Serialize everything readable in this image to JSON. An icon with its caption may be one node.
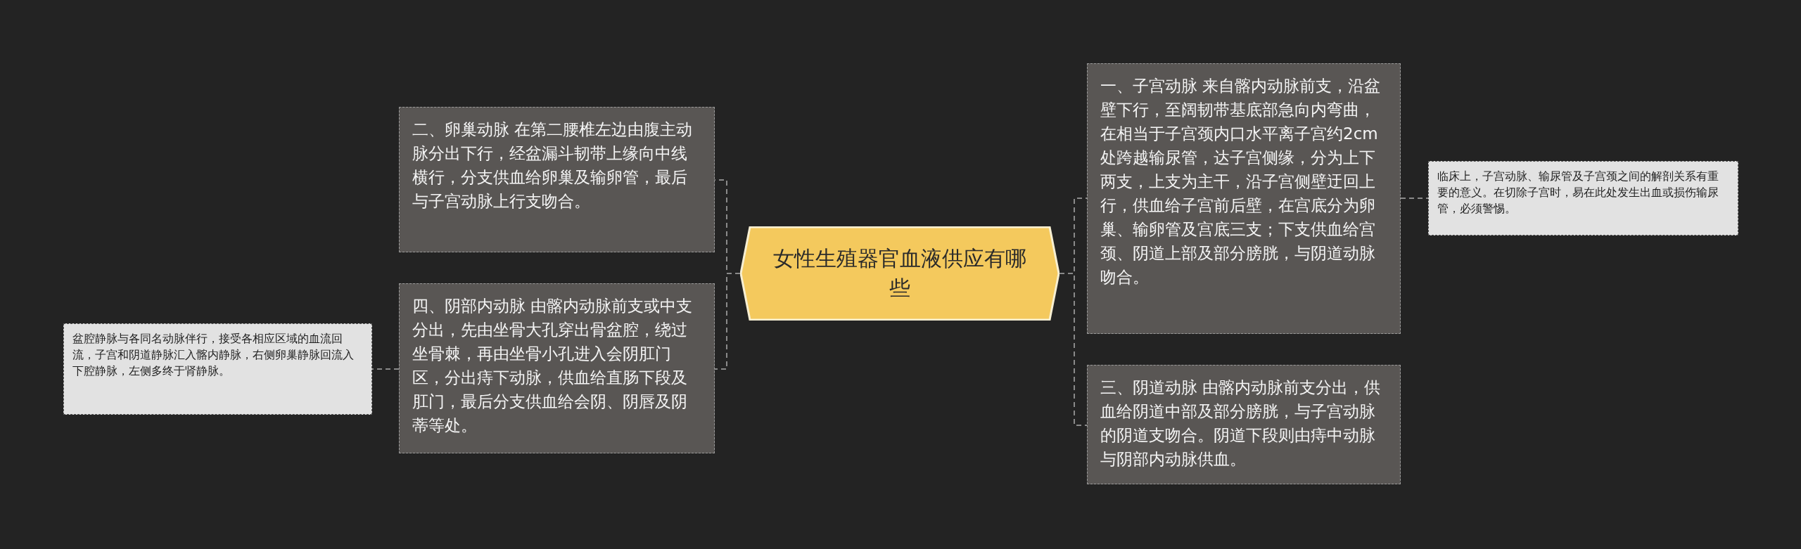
{
  "diagram": {
    "nodes": [
      {
        "text": [
          "女性生殖器官血液供应有哪些"
        ]
      },
      {
        "text": [
          "二、卵巢动脉 在第二腰椎左边由腹主动脉分出下行，经盆漏斗韧带上缘向中线横行，分支供血给卵巢及输卵管，最后与子宫动脉上行支吻合。"
        ]
      },
      {
        "text": [
          "四、阴部内动脉 由髂内动脉前支或中支分出，先由坐骨大孔穿出骨盆腔，绕过坐骨棘，再由坐骨小孔进入会阴肛门区，分出痔下动脉，供血给直肠下段及肛门，最后分支供血给会阴、阴唇及阴蒂等处。"
        ]
      },
      {
        "text": [
          "盆腔静脉与各同名动脉伴行，接受各相应区域的血流回流，子宫和阴道静脉汇入髂内静脉，右侧卵巢静脉回流入下腔静脉，左侧多终于肾静脉。"
        ]
      },
      {
        "text": [
          "一、子宫动脉 来自髂内动脉前支，沿盆壁下行，至阔韧带基底部急向内弯曲，在相当于子宫颈内口水平离子宫约2cm处跨越输尿管，达子宫侧缘，分为上下两支，上支为主干，沿子宫侧壁迂回上行，供血给子宫前后壁，在宫底分为卵巢、输卵管及宫底三支；下支供血给宫颈、阴道上部及部分膀胱，与阴道动脉吻合。"
        ]
      },
      {
        "text": [
          "三、阴道动脉 由髂内动脉前支分出，供血给阴道中部及部分膀胱，与子宫动脉的阴道支吻合。阴道下段则由痔中动脉与阴部内动脉供血。"
        ]
      },
      {
        "text": [
          "临床上，子宫动脉、输尿管及子宫颈之间的解剖关系有重要的意义。在切除子宫时，易在此处发生出血或损伤输尿管，必须警惕。"
        ]
      }
    ],
    "edges": [
      {
        "from": 0,
        "to": 1,
        "arrow": "none"
      },
      {
        "from": 0,
        "to": 2,
        "arrow": "none"
      },
      {
        "from": 2,
        "to": 3,
        "arrow": "none"
      },
      {
        "from": 0,
        "to": 4,
        "arrow": "none"
      },
      {
        "from": 0,
        "to": 5,
        "arrow": "none"
      },
      {
        "from": 4,
        "to": 6,
        "arrow": "none"
      }
    ]
  }
}
